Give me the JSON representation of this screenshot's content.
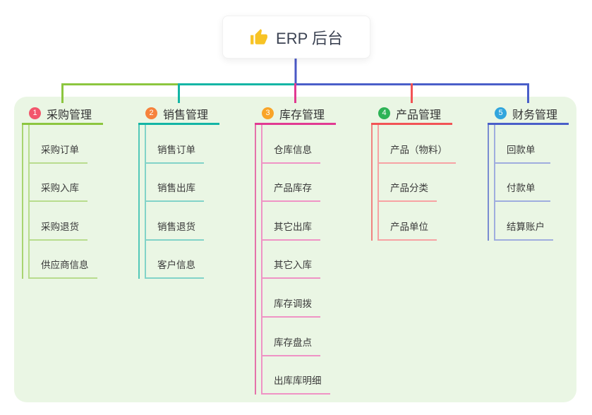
{
  "root": {
    "label": "ERP 后台",
    "icon": "thumbs-up-icon",
    "icon_color": "#f7c325",
    "connector_color": "#4a58c6"
  },
  "panel": {
    "background": "#eaf6e4"
  },
  "branches": [
    {
      "number": "1",
      "label": "采购管理",
      "badge_color": "#f2566c",
      "line_color": "#8cc63f",
      "child_line_color": "#b8dc8e",
      "children": [
        "采购订单",
        "采购入库",
        "采购退货",
        "供应商信息"
      ]
    },
    {
      "number": "2",
      "label": "销售管理",
      "badge_color": "#f6823c",
      "line_color": "#13b5a5",
      "child_line_color": "#82d3c8",
      "children": [
        "销售订单",
        "销售出库",
        "销售退货",
        "客户信息"
      ]
    },
    {
      "number": "3",
      "label": "库存管理",
      "badge_color": "#f9a428",
      "line_color": "#e13a92",
      "child_line_color": "#ef93c5",
      "children": [
        "仓库信息",
        "产品库存",
        "其它出库",
        "其它入库",
        "库存调拨",
        "库存盘点",
        "出库库明细"
      ]
    },
    {
      "number": "4",
      "label": "产品管理",
      "badge_color": "#2eb356",
      "line_color": "#f25355",
      "child_line_color": "#f7a2a3",
      "children": [
        "产品（物料）",
        "产品分类",
        "产品单位"
      ]
    },
    {
      "number": "5",
      "label": "财务管理",
      "badge_color": "#31a5dd",
      "line_color": "#4a5fc9",
      "child_line_color": "#9fadde",
      "children": [
        "回款单",
        "付款单",
        "结算账户"
      ]
    }
  ]
}
